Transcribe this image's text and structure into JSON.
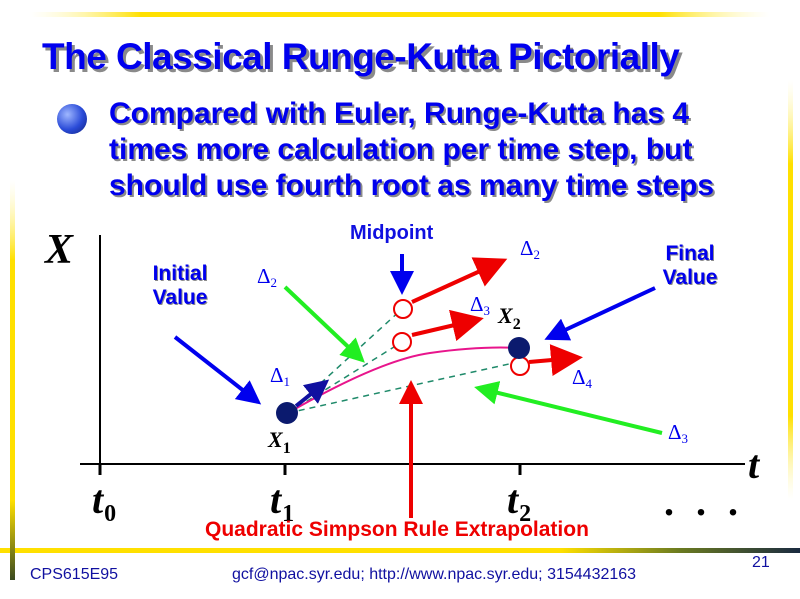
{
  "title": "The Classical Runge-Kutta Pictorially",
  "bullet": "Compared with Euler, Runge-Kutta has 4 times more calculation per time step, but should use fourth root as many time steps",
  "diagram": {
    "axis_x_label": "X",
    "axis_t_label": "t",
    "ticks": [
      {
        "var": "t",
        "sub": "0"
      },
      {
        "var": "t",
        "sub": "1"
      },
      {
        "var": "t",
        "sub": "2"
      }
    ],
    "ellipsis": ". . .",
    "initial_value_line1": "Initial",
    "initial_value_line2": "Value",
    "final_value_line1": "Final",
    "final_value_line2": "Value",
    "midpoint_label": "Midpoint",
    "delta_symbol": "Δ",
    "deltas": {
      "d1_at_x1": "1",
      "d2_pointer": "2",
      "d2_top": "2",
      "d3_mid": "3",
      "d3_pointer": "3",
      "d4_final": "4"
    },
    "points": {
      "x1_var": "X",
      "x1_sub": "1",
      "x2_var": "X",
      "x2_sub": "2"
    },
    "extrapolation_label": "Quadratic Simpson Rule Extrapolation",
    "colors": {
      "euler_arrow": "#1010a0",
      "slope_arrows": "#ee0000",
      "curve": "#e8158c",
      "dashed": "#1f8a6a",
      "pointer_green": "#22ee22",
      "pointer_blue": "#0000ee",
      "pointer_red": "#ee0000",
      "point_fill": "#0b1a6e"
    }
  },
  "footer": {
    "course": "CPS615E95",
    "contact": "gcf@npac.syr.edu; http://www.npac.syr.edu; 3154432163",
    "page": "21"
  }
}
